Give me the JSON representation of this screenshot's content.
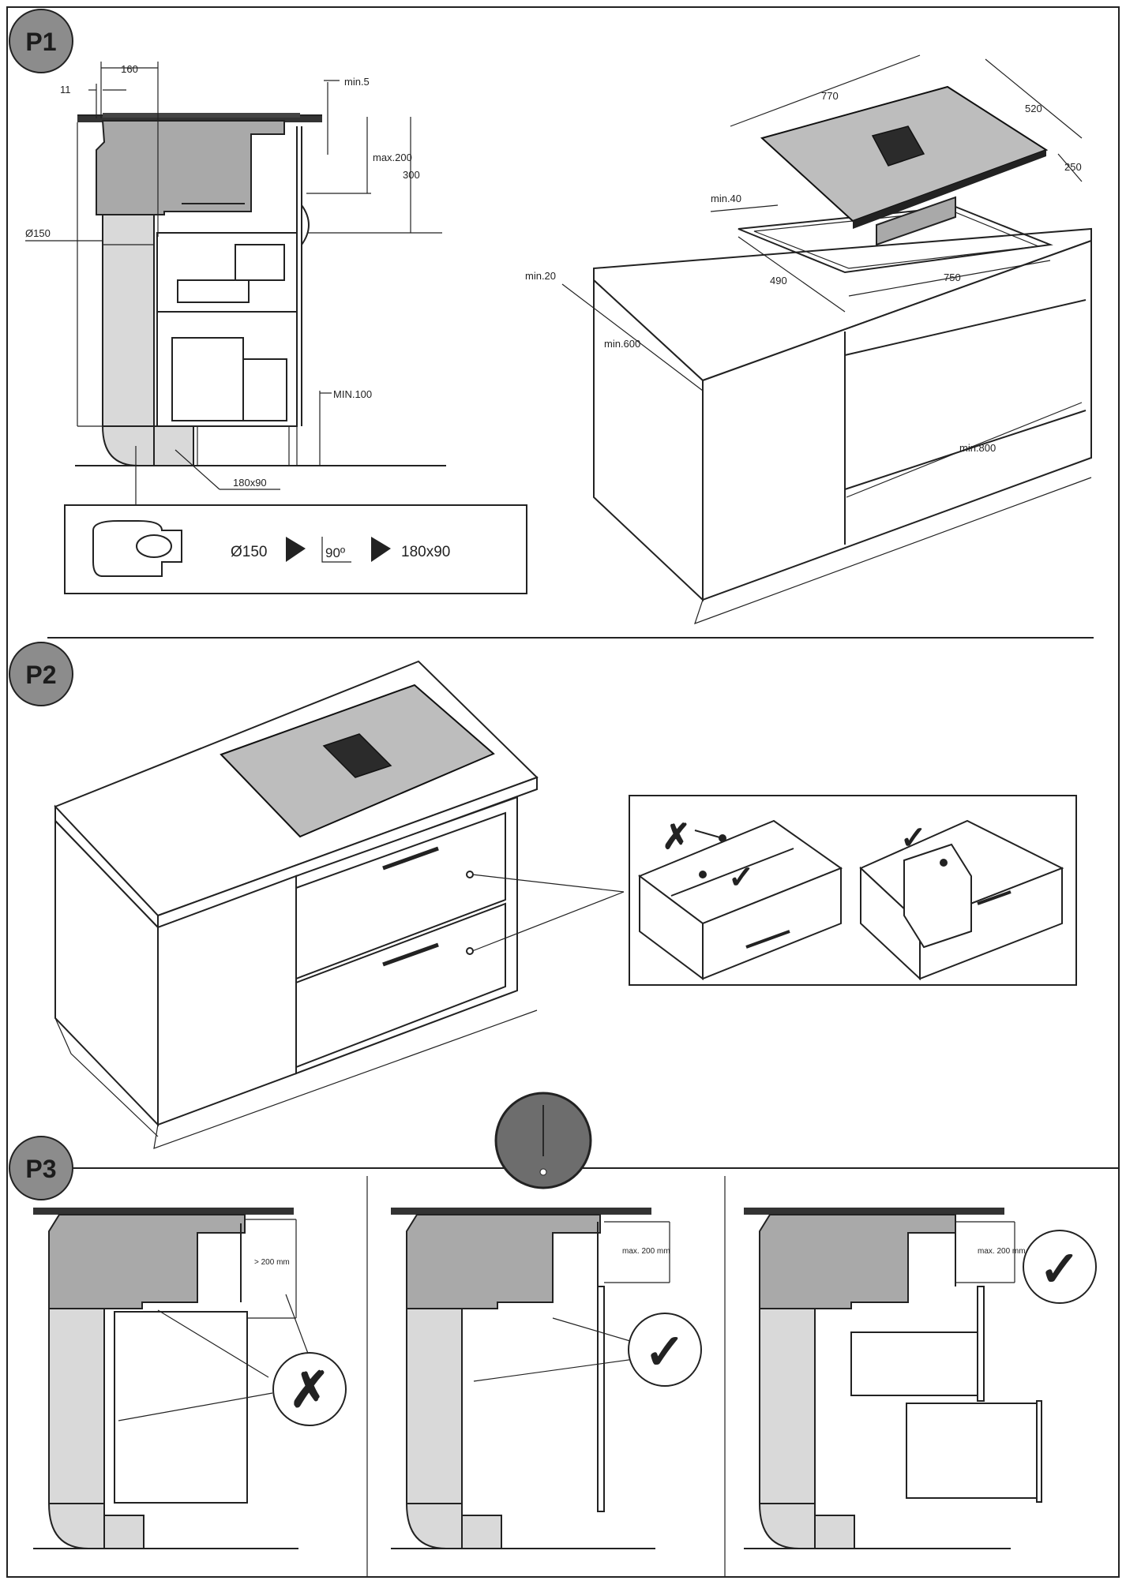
{
  "colors": {
    "badge_fill": "#8c8c8c",
    "hood_grey": "#a9a9a9",
    "duct_grey": "#d9d9d9",
    "hob_grey": "#bdbdbd",
    "line": "#222222"
  },
  "icons": [
    "check-icon",
    "cross-icon",
    "arrow-right-icon",
    "hob-knob-icon"
  ],
  "p1": {
    "badge": "P1",
    "side_view": {
      "dim_11": "11",
      "dim_160": "160",
      "dim_min5": "min.5",
      "dim_max200": "max.200",
      "dim_300": "300",
      "dim_dia150": "Ø150",
      "dim_min100": "MIN.100",
      "dim_rect": "180x90"
    },
    "adapter": {
      "diameter": "Ø150",
      "angle": "90º",
      "rect": "180x90"
    },
    "iso_view": {
      "dim_770": "770",
      "dim_520": "520",
      "dim_250": "250",
      "dim_min40": "min.40",
      "dim_min20": "min.20",
      "dim_490": "490",
      "dim_750": "750",
      "dim_min600": "min.600",
      "dim_min800": "min.800"
    }
  },
  "p2": {
    "badge": "P2"
  },
  "p3": {
    "badge": "P3",
    "panel1_label": "> 200 mm",
    "panel2_label": "max. 200 mm",
    "panel3_label": "max. 200 mm"
  }
}
